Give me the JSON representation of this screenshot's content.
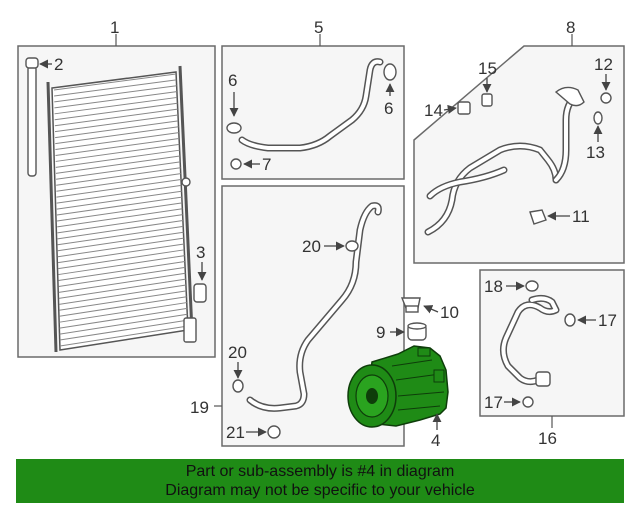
{
  "callouts": {
    "c1": "1",
    "c2": "2",
    "c3": "3",
    "c4": "4",
    "c5": "5",
    "c6a": "6",
    "c6b": "6",
    "c7": "7",
    "c8": "8",
    "c9": "9",
    "c10": "10",
    "c11": "11",
    "c12": "12",
    "c13": "13",
    "c14": "14",
    "c15": "15",
    "c16": "16",
    "c17a": "17",
    "c17b": "17",
    "c18": "18",
    "c19": "19",
    "c20a": "20",
    "c20b": "20",
    "c21": "21"
  },
  "highlight_color": "#1f8b16",
  "banner": {
    "line1": "Part or sub-assembly is #4 in diagram",
    "line2": "Diagram may not be specific to your vehicle"
  }
}
